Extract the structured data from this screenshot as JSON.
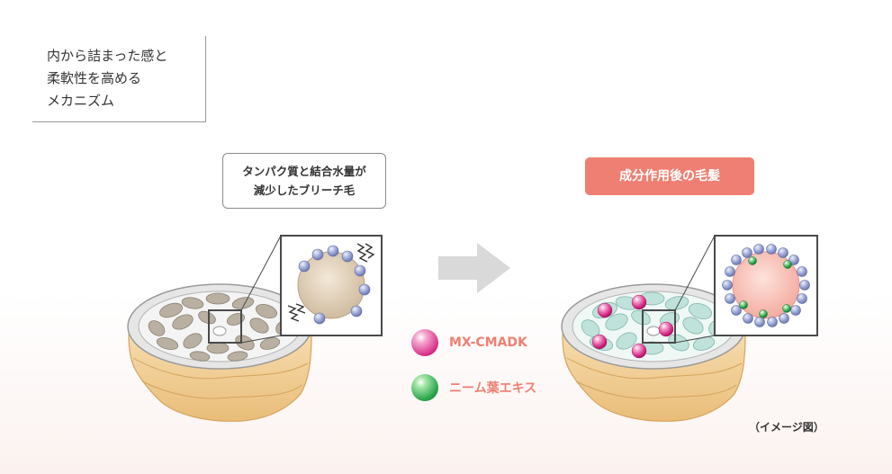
{
  "headline": {
    "lines": [
      "内から詰まった感と",
      "柔軟性を高める",
      "メカニズム"
    ]
  },
  "before": {
    "label_lines": [
      "タンパク質と結合水量が",
      "減少したブリーチ毛"
    ]
  },
  "after": {
    "label": "成分作用後の毛髪"
  },
  "legend": [
    {
      "label": "MX-CMADK",
      "color": "#d9308a"
    },
    {
      "label": "ニーム葉エキス",
      "color": "#2aa44b"
    }
  ],
  "caption": "（イメージ図）",
  "colors": {
    "accent": "#ef7f72",
    "cuticle": "#f2d29c",
    "cell_before": "#b9b0a2",
    "cell_after": "#bfe2da",
    "bound_water": "#9aa6d6"
  }
}
